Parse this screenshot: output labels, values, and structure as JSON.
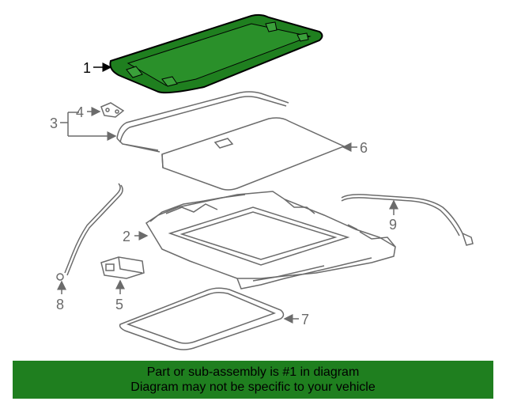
{
  "callouts": {
    "c1": "1",
    "c2": "2",
    "c3": "3",
    "c4": "4",
    "c5": "5",
    "c6": "6",
    "c7": "7",
    "c8": "8",
    "c9": "9"
  },
  "banner": {
    "line1": "Part or sub-assembly is #1 in diagram",
    "line2": "Diagram may not be specific to your vehicle"
  },
  "colors": {
    "highlight": "#1f7f1f",
    "line": "#6b6b6b",
    "callout_gray": "#6b6b6b",
    "callout_active": "#000000"
  }
}
